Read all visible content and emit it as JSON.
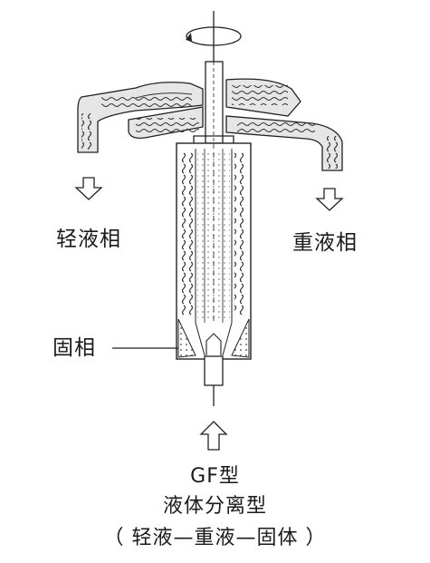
{
  "labels": {
    "light_phase": "轻液相",
    "heavy_phase": "重液相",
    "solid_phase": "固相"
  },
  "caption": {
    "model": "GF型",
    "type": "液体分离型",
    "detail": "（ 轻液—重液—固体 ）"
  },
  "colors": {
    "line": "#2a2a2a",
    "fill": "#e6e6e6",
    "background": "#ffffff"
  }
}
